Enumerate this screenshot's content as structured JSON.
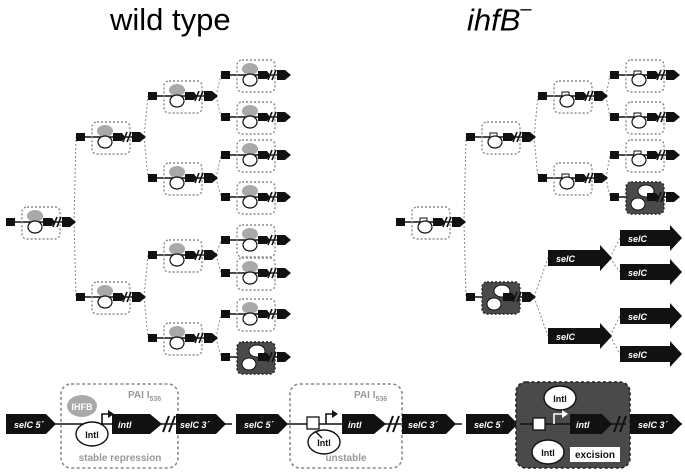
{
  "titles": {
    "wild_type": "wild type",
    "mutant": "ihfB",
    "mutant_superscript": "–"
  },
  "bottom": {
    "sel_c_5": "selC 5´",
    "sel_c_3": "selC 3´",
    "intl_gene": "intl",
    "intl_protein": "Intl",
    "ihfb": "IHFB",
    "pai_name": "PAI I",
    "pai_sub": "536",
    "stable_repression": "stable repression",
    "unstable": "unstable",
    "excision": "excision"
  },
  "sel_c": "selC",
  "colors": {
    "black": "#111111",
    "ihfb_grey": "#a9a9a9",
    "dark_box": "#4a4a4a",
    "box_border": "#8a8a8a",
    "dash_line": "#888888"
  }
}
